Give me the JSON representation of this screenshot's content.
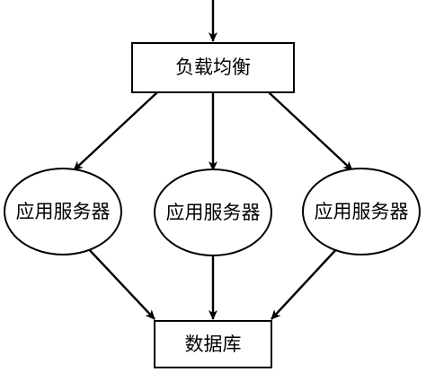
{
  "diagram": {
    "load_balancer": {
      "label": "负载均衡"
    },
    "servers": [
      {
        "label": "应用服务器"
      },
      {
        "label": "应用服务器"
      },
      {
        "label": "应用服务器"
      }
    ],
    "database": {
      "label": "数据库"
    },
    "colors": {
      "stroke": "#000000",
      "fill": "#ffffff",
      "text": "#000000"
    }
  }
}
